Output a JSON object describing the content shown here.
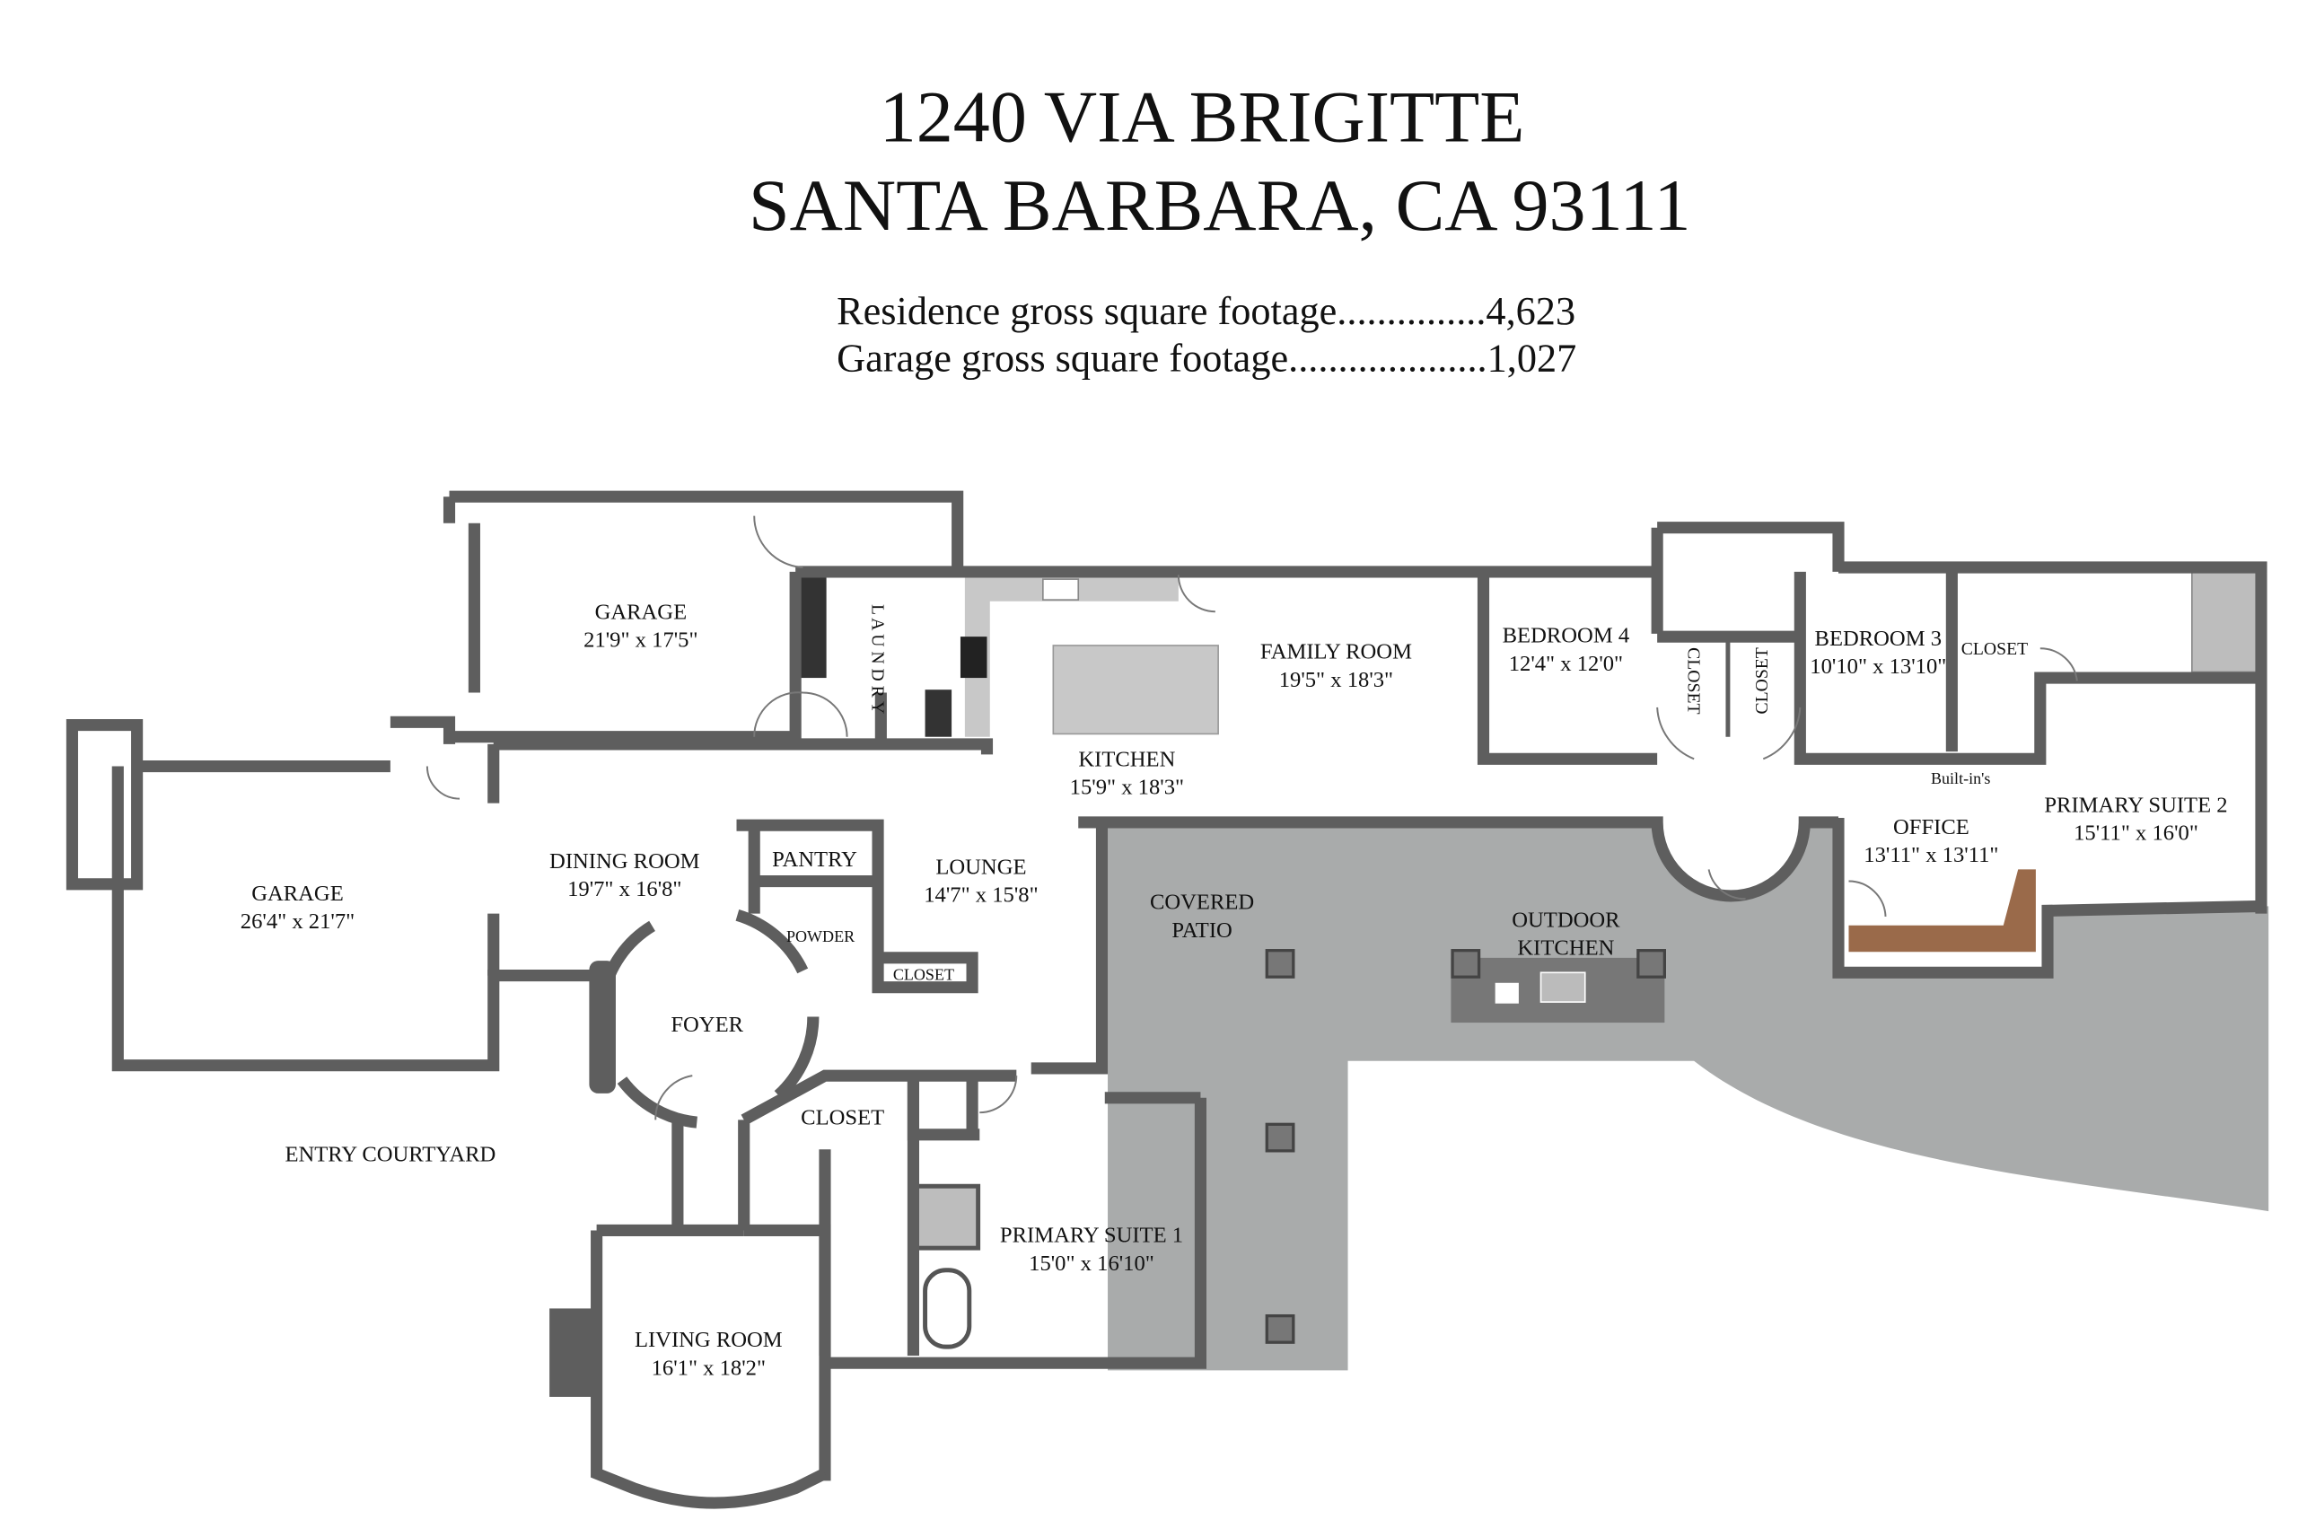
{
  "header": {
    "address_line1": "1240 VIA BRIGITTE",
    "address_line2": "SANTA BARBARA, CA 93111",
    "residence_sqft": "Residence gross square footage...............4,623",
    "garage_sqft": "Garage gross square footage....................1,027"
  },
  "colors": {
    "wall": "#5e5e5e",
    "patio": "#a9abab",
    "counter": "#c8c8c8",
    "cabinet_wood": "#9a6a4a"
  },
  "rooms": {
    "garage_top": {
      "name": "GARAGE",
      "size": "21'9\" x 17'5\""
    },
    "garage_left": {
      "name": "GARAGE",
      "size": "26'4\" x 21'7\""
    },
    "laundry": {
      "name": "L A U N D R Y"
    },
    "kitchen": {
      "name": "KITCHEN",
      "size": "15'9\" x 18'3\""
    },
    "family_room": {
      "name": "FAMILY ROOM",
      "size": "19'5\" x 18'3\""
    },
    "bedroom4": {
      "name": "BEDROOM 4",
      "size": "12'4\" x 12'0\""
    },
    "bedroom3": {
      "name": "BEDROOM 3",
      "size": "10'10\" x 13'10\""
    },
    "closet_b4": {
      "name": "CLOSET"
    },
    "closet_b3": {
      "name": "CLOSET"
    },
    "closet_ps2": {
      "name": "CLOSET"
    },
    "builtins": {
      "name": "Built-in's"
    },
    "primary_suite2": {
      "name": "PRIMARY SUITE 2",
      "size": "15'11\" x 16'0\""
    },
    "office": {
      "name": "OFFICE",
      "size": "13'11\" x 13'11\""
    },
    "dining_room": {
      "name": "DINING ROOM",
      "size": "19'7\" x 16'8\""
    },
    "pantry": {
      "name": "PANTRY"
    },
    "powder": {
      "name": "POWDER"
    },
    "lounge": {
      "name": "LOUNGE",
      "size": "14'7\" x 15'8\""
    },
    "closet_lounge": {
      "name": "CLOSET"
    },
    "covered_patio": {
      "name1": "COVERED",
      "name2": "PATIO"
    },
    "outdoor_kitchen": {
      "name1": "OUTDOOR",
      "name2": "KITCHEN"
    },
    "foyer": {
      "name": "FOYER"
    },
    "closet_foyer": {
      "name": "CLOSET"
    },
    "entry_courtyard": {
      "name": "ENTRY COURTYARD"
    },
    "primary_suite1": {
      "name": "PRIMARY SUITE 1",
      "size": "15'0\" x 16'10\""
    },
    "living_room": {
      "name": "LIVING ROOM",
      "size": "16'1\" x 18'2\""
    }
  }
}
